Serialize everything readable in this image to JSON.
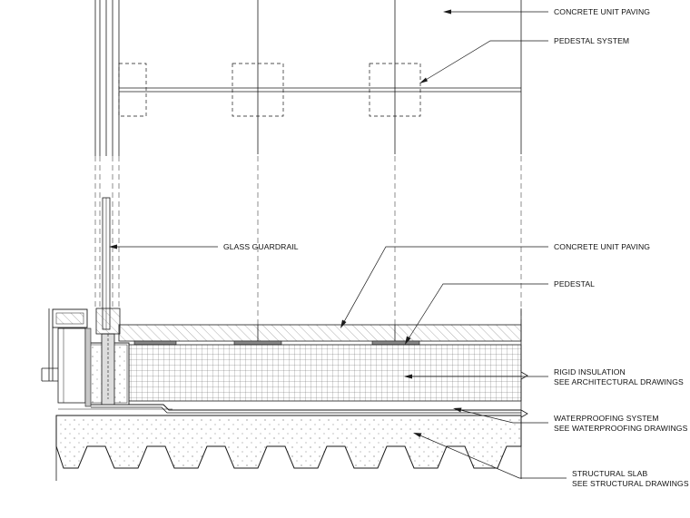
{
  "labels": {
    "paving_top": "CONCRETE UNIT PAVING",
    "pedestal_system": "PEDESTAL SYSTEM",
    "glass_guardrail": "GLASS GUARDRAIL",
    "paving_section": "CONCRETE UNIT PAVING",
    "pedestal": "PEDESTAL",
    "rigid_insulation_1": "RIGID INSULATION",
    "rigid_insulation_2": "SEE ARCHITECTURAL DRAWINGS",
    "waterproofing_1": "WATERPROOFING SYSTEM",
    "waterproofing_2": "SEE WATERPROOFING DRAWINGS",
    "structural_slab_1": "STRUCTURAL SLAB",
    "structural_slab_2": "SEE STRUCTURAL DRAWINGS"
  },
  "colors": {
    "line": "#1a1a1a",
    "hatch": "#6e6e6e",
    "fill_gray": "#c8c8c8"
  }
}
